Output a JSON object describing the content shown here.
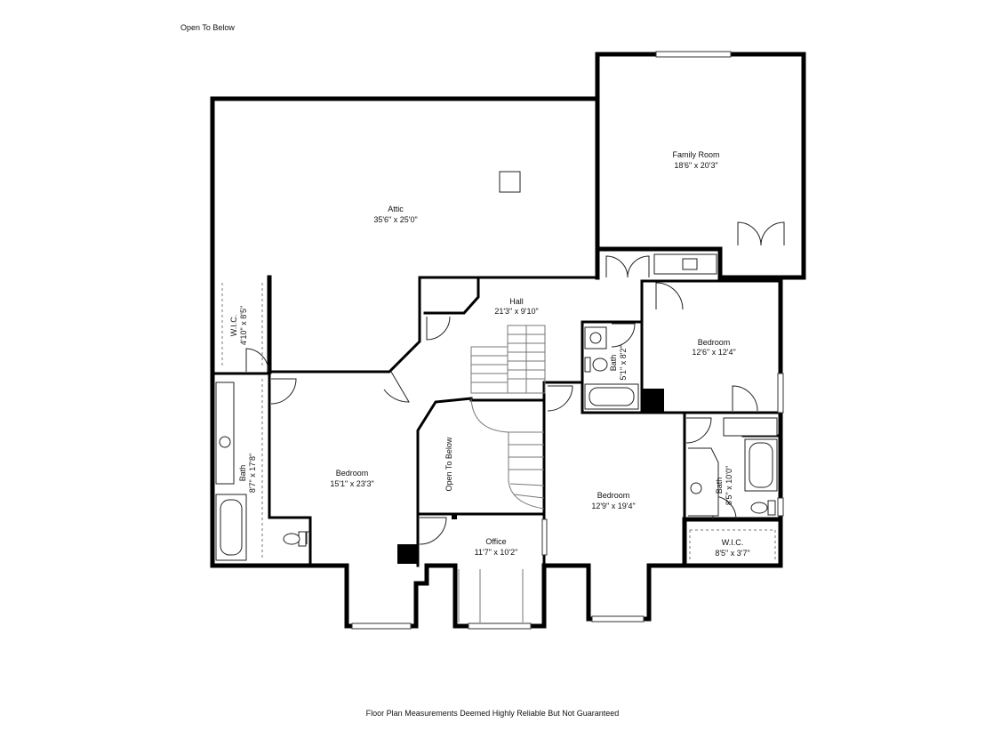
{
  "header_note": "Open To Below",
  "footer_note": "Floor Plan Measurements Deemed Highly Reliable But Not Guaranteed",
  "rooms": {
    "attic": {
      "name": "Attic",
      "dims": "35'6\" x 25'0\""
    },
    "family_room": {
      "name": "Family Room",
      "dims": "18'6\" x 20'3\""
    },
    "hall": {
      "name": "Hall",
      "dims": "21'3\" x 9'10\""
    },
    "wic_left": {
      "name": "W.I.C.",
      "dims": "4'10\" x 8'5\""
    },
    "bath_left": {
      "name": "Bath",
      "dims": "8'7\" x 17'8\""
    },
    "bedroom_left": {
      "name": "Bedroom",
      "dims": "15'1\" x 23'3\""
    },
    "open_to_below": {
      "name": "Open To Below"
    },
    "bath_center": {
      "name": "Bath",
      "dims": "5'1\" x 8'2\""
    },
    "bedroom_right_top": {
      "name": "Bedroom",
      "dims": "12'6\" x 12'4\""
    },
    "bedroom_center": {
      "name": "Bedroom",
      "dims": "12'9\" x 19'4\""
    },
    "bath_right": {
      "name": "Bath",
      "dims": "8'5\" x 10'0\""
    },
    "wic_right": {
      "name": "W.I.C.",
      "dims": "8'5\" x 3'7\""
    },
    "office": {
      "name": "Office",
      "dims": "11'7\" x 10'2\""
    }
  }
}
